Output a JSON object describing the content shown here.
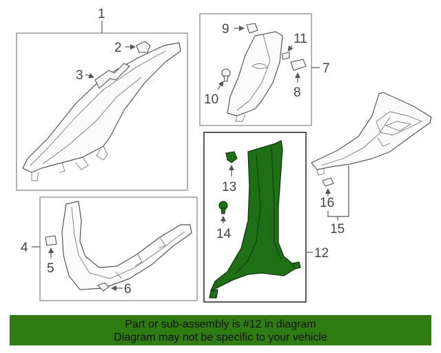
{
  "callouts": {
    "c1": "1",
    "c2": "2",
    "c3": "3",
    "c4": "4",
    "c5": "5",
    "c6": "6",
    "c7": "7",
    "c8": "8",
    "c9": "9",
    "c10": "10",
    "c11": "11",
    "c12": "12",
    "c13": "13",
    "c14": "14",
    "c15": "15",
    "c16": "16"
  },
  "banner": {
    "line1": "Part or sub-assembly is #12 in diagram",
    "line2": "Diagram may not be specific to your vehicle"
  },
  "colors": {
    "highlight": "#1f6f17",
    "banner_bg": "#2f7d12"
  }
}
